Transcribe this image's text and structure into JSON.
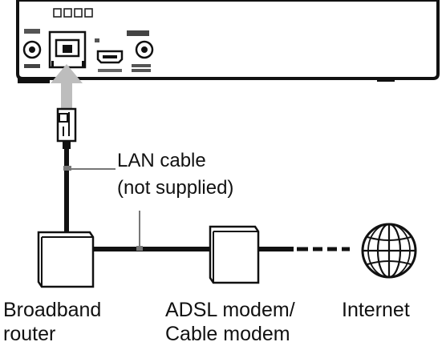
{
  "labels": {
    "cable": [
      "LAN cable",
      "(not supplied)"
    ],
    "router": [
      "Broadband",
      "router"
    ],
    "modem": [
      "ADSL modem/",
      "Cable modem"
    ],
    "internet": "Internet"
  }
}
